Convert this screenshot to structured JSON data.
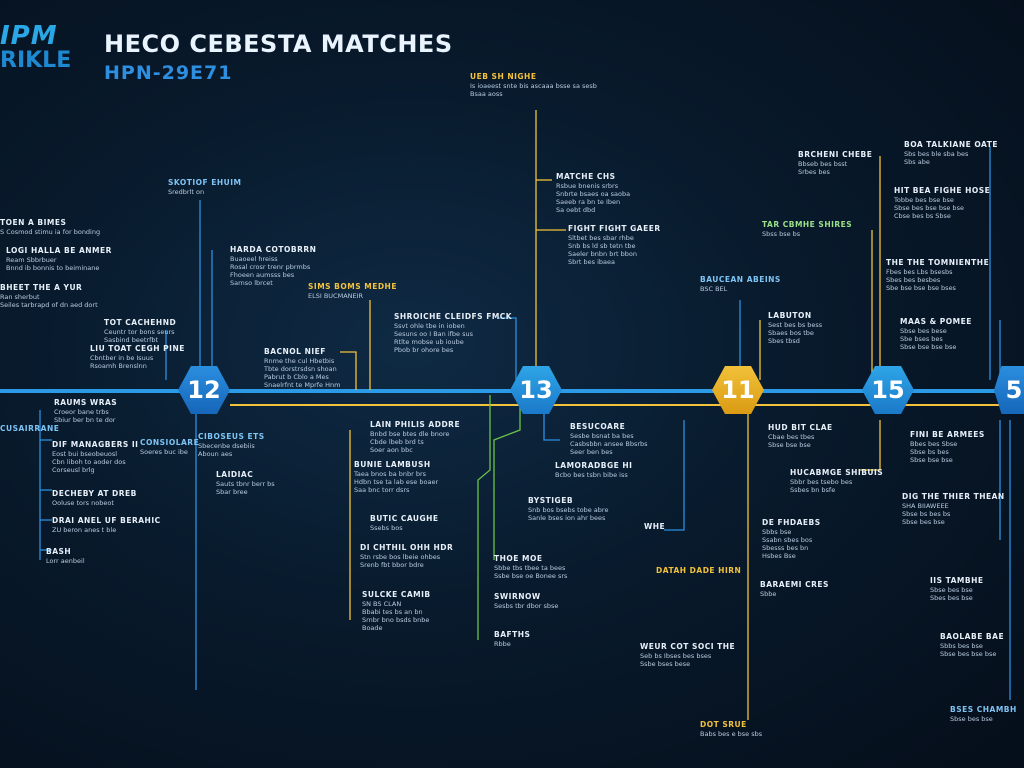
{
  "header": {
    "logo_top": "IPM",
    "logo_bottom": "RIKLE",
    "title": "HECO CEBESTA MATCHES",
    "subtitle": "HPN-29E71"
  },
  "colors": {
    "background": "#081a2c",
    "timeline": "#2b9be8",
    "blue": "#2b8fe0",
    "gold": "#f2c23a",
    "green": "#6cc24a"
  },
  "nodes": [
    {
      "id": "n1",
      "label": "12",
      "color": "blue"
    },
    {
      "id": "n2",
      "label": "13",
      "color": "cyan"
    },
    {
      "id": "n3",
      "label": "11",
      "color": "gold"
    },
    {
      "id": "n4",
      "label": "15",
      "color": "cyan"
    },
    {
      "id": "n5",
      "label": "5",
      "color": "blue"
    }
  ],
  "notes": [
    {
      "title": "TOEN A BIMES",
      "lines": [
        "S Cosmod stimu ia for bonding"
      ],
      "color": "white"
    },
    {
      "title": "LOGI HALLA BE ANMER",
      "lines": [
        "Ream Sbbrbuer",
        "Bnnd ib bonnis to beiminane"
      ],
      "color": "white"
    },
    {
      "title": "BHEET THE A YUR",
      "lines": [
        "Ran sherbut",
        "Seiles tarbrapd of dn aed dort"
      ],
      "color": "white"
    },
    {
      "title": "TOT CACHEHND",
      "lines": [
        "Ceuntr tor bons seurs",
        "Sasbind beetrfbt"
      ],
      "color": "white"
    },
    {
      "title": "LIU TOAT CEGH PINE",
      "lines": [
        "Cbntber in be Isuus",
        "Rsoamh Brenslnn"
      ],
      "color": "white"
    },
    {
      "title": "RAUMS WRAS",
      "lines": [
        "Croeor bane trbs",
        "Sbiur ber bn te dor"
      ],
      "color": "white"
    },
    {
      "title": "DIF MANAGBERS II",
      "lines": [
        "Eost bui bseobeuosl",
        "Cbn liboh to aoder dos",
        "Corseusl brlg"
      ],
      "color": "white"
    },
    {
      "title": "DECHEBY AT DREB",
      "lines": [
        "Ooluse tors nobeot"
      ],
      "color": "white"
    },
    {
      "title": "DRAI ANEL UF BERAHIC",
      "lines": [
        "ZU beron anes t ble"
      ],
      "color": "white"
    },
    {
      "title": "BASH",
      "lines": [
        "Lorr aenbeil"
      ],
      "color": "white"
    },
    {
      "title": "CUSAIRRANE",
      "lines": [],
      "color": "blue"
    },
    {
      "title": "CONSIOLARE",
      "lines": [
        "Soeres buc ibe"
      ],
      "color": "blue"
    },
    {
      "title": "CIBOSEUS ETS",
      "lines": [
        "Sbecenbe dsebiis",
        "Aboun aes"
      ],
      "color": "blue"
    },
    {
      "title": "HARDA COTOBRRN",
      "lines": [
        "Buaoeel hreiss",
        "Rosal crosr trenr pbrmbs",
        "Fhoeen aumsss bes",
        "Sarnso lbrcet"
      ],
      "color": "white"
    },
    {
      "title": "BACNOL NIEF",
      "lines": [
        "Rnme the cul Hbetbis",
        "Tbte dorstrsdsn shoan",
        "Pabrut b Cblo a Mes",
        "Snaelrfnt te Mprfe Hnm"
      ],
      "color": "white"
    },
    {
      "title": "SKOTIOF EHUIM",
      "lines": [
        "Sredbrlt on"
      ],
      "color": "blue"
    },
    {
      "title": "SIMS BOMS MEDHE",
      "lines": [
        "ELSI BUCMANEIR"
      ],
      "color": "gold"
    },
    {
      "title": "SHROICHE CLEIDFS FMCK",
      "lines": [
        "Ssvt ohle tbe in ioben",
        "Sesuns oo I Ban ifbe sus",
        "Rtlte mobse ub ioube",
        "Pbob br ohore bes"
      ],
      "color": "white"
    },
    {
      "title": "UEB SH NIGHE",
      "lines": [
        "Is ioaeest snte bis ascaaa bsse sa sesb",
        "Bsaa aoss"
      ],
      "color": "gold"
    },
    {
      "title": "MATCHE CHS",
      "lines": [
        "Rsbue bnenis srbrs",
        "Snbrte bsaes oa saoba",
        "Saeeb ra bn te Iben",
        "Sa oebt dbd"
      ],
      "color": "white"
    },
    {
      "title": "FIGHT FIGHT GAEER",
      "lines": [
        "Sltbet bes sbar rhbe",
        "Snb bs ld sb tetn tbe",
        "Saeler bnbn brt bbon",
        "Sbrt bes ibaea"
      ],
      "color": "white"
    },
    {
      "title": "LAIDIAC",
      "lines": [
        "Sauts tbnr berr bs",
        "Sbar bree"
      ],
      "color": "white"
    },
    {
      "title": "LAIN PHILIS ADDRE",
      "lines": [
        "Bnbd bse btes dle bnore",
        "Cbde lbeb brd ts",
        "Soer aon bbc"
      ],
      "color": "white"
    },
    {
      "title": "BUNIE LAMBUSH",
      "lines": [
        "Taea bnos ba bnbr brs",
        "Hdbn tse ta lab ese boaer",
        "Saa bnc torr dsrs"
      ],
      "color": "white"
    },
    {
      "title": "BUTIC CAUGHE",
      "lines": [
        "Ssebs bos"
      ],
      "color": "white"
    },
    {
      "title": "DI CHTHIL OHH HDR",
      "lines": [
        "Stn rsbe bos lbeie ohbes",
        "Srenb fbt bbor bdre"
      ],
      "color": "white"
    },
    {
      "title": "SULCKE CAMIB",
      "lines": [
        "SN BS CLAN",
        "Bbabi tes bs an bn",
        "Srnbr bno bsds bnbe",
        "Boade"
      ],
      "color": "white"
    },
    {
      "title": "BESUCOARE",
      "lines": [
        "Sesbe bsnat ba bes",
        "Casbsbbn ansee Bbsrbs",
        "Seer ben bes"
      ],
      "color": "white"
    },
    {
      "title": "LAMORADBGE HI",
      "lines": [
        "Bcbo bes tsbn bibe iss"
      ],
      "color": "white"
    },
    {
      "title": "BYSTIGEB",
      "lines": [
        "Snb bos bsebs tobe abre",
        "Sanle bses ion ahr bees"
      ],
      "color": "white"
    },
    {
      "title": "WHE",
      "lines": [],
      "color": "white"
    },
    {
      "title": "THOE MOE",
      "lines": [
        "Sbbe tbs tbee ta bees",
        "Ssbe bse oe Bonee srs"
      ],
      "color": "white"
    },
    {
      "title": "SWIRNOW",
      "lines": [
        "Sesbs tbr dbor sbse"
      ],
      "color": "white"
    },
    {
      "title": "BAFTHS",
      "lines": [
        "Rbbe"
      ],
      "color": "white"
    },
    {
      "title": "BAUCEAN ABEINS",
      "lines": [
        "BSC BEL"
      ],
      "color": "blue"
    },
    {
      "title": "LABUTON",
      "lines": [
        "Sest bes bs bess",
        "Sbaes bos tbe",
        "Sbes tbsd"
      ],
      "color": "white"
    },
    {
      "title": "HUD BIT CLAE",
      "lines": [
        "Cbae bes tbes",
        "Sbse bse bse"
      ],
      "color": "white"
    },
    {
      "title": "HUCABMGE SHIBUIS",
      "lines": [
        "Sbbr bes tsebo bes",
        "Ssbes bn bsfe"
      ],
      "color": "white"
    },
    {
      "title": "DE FHDAEBS",
      "lines": [
        "Sbbs bse",
        "Ssabn sbes bos",
        "Sbesss bes bn",
        "Hsbes Bse"
      ],
      "color": "white"
    },
    {
      "title": "DATAH DADE HIRN",
      "lines": [],
      "color": "gold"
    },
    {
      "title": "BARAEMI CRES",
      "lines": [
        "Sbbe"
      ],
      "color": "white"
    },
    {
      "title": "WEUR COT SOCI THE",
      "lines": [
        "Seb bs Ibses bes bses",
        "Ssbe bses bese"
      ],
      "color": "white"
    },
    {
      "title": "DOT SRUE",
      "lines": [
        "Babs bes e bse sbs"
      ],
      "color": "gold"
    },
    {
      "title": "BRCHENI CHEBE",
      "lines": [
        "Bbseb bes bsst",
        "Srbes bes"
      ],
      "color": "white"
    },
    {
      "title": "TAR CBMHE SHIRES",
      "lines": [
        "Sbss bse bs"
      ],
      "color": "green"
    },
    {
      "title": "BOA TALKIANE OATE",
      "lines": [
        "Sbs bes ble sba bes",
        "Sbs abe"
      ],
      "color": "white"
    },
    {
      "title": "HIT BEA FIGHE HOSE",
      "lines": [
        "Tobbe bes bse bse",
        "Sbse bes bse bse bse",
        "Cbse bes bs Sbse"
      ],
      "color": "white"
    },
    {
      "title": "THE THE TOMNIENTHE",
      "lines": [
        "Fbes bes Lbs bsesbs",
        "Sbes bes besbes",
        "Sbe bse bse bse bses"
      ],
      "color": "white"
    },
    {
      "title": "MAAS & POMEE",
      "lines": [
        "Sbse bes bese",
        "Sbe bses bes",
        "Sbse bse bse bse"
      ],
      "color": "white"
    },
    {
      "title": "FINI BE ARMEES",
      "lines": [
        "Bbes bes Sbse",
        "Sbse bs bes",
        "Sbse bse bse"
      ],
      "color": "white"
    },
    {
      "title": "DIG THE THIER THEAN",
      "lines": [
        "SHA BIIAWEEE",
        "Sbse bs bes bs",
        "Sbse bes bse"
      ],
      "color": "white"
    },
    {
      "title": "IIS TAMBHE",
      "lines": [
        "Sbse bes bse",
        "Sbes bes bse"
      ],
      "color": "white"
    },
    {
      "title": "BAOLABE BAE",
      "lines": [
        "Sbbs bes bse",
        "Sbse bes bse bse"
      ],
      "color": "white"
    },
    {
      "title": "BSES CHAMBH",
      "lines": [
        "Sbse bes bse"
      ],
      "color": "blue"
    }
  ]
}
